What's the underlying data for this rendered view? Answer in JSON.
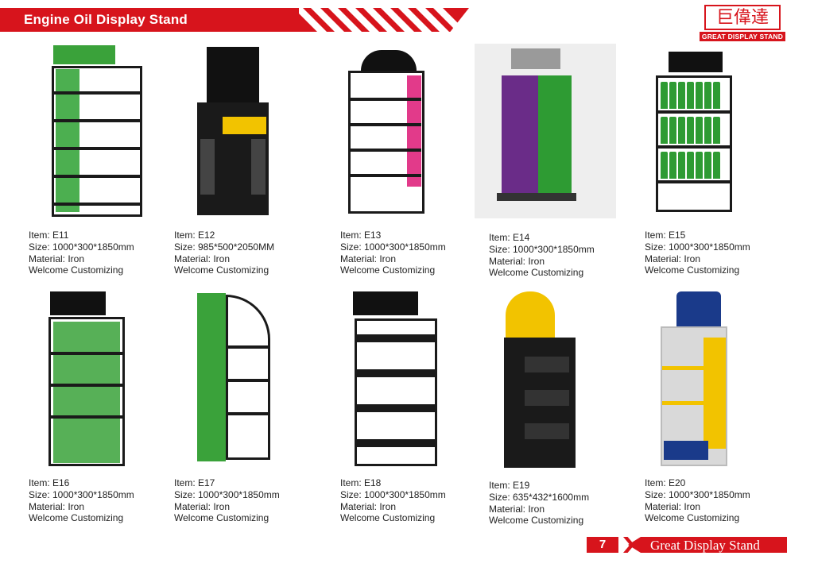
{
  "header": {
    "title": "Engine Oil Display Stand"
  },
  "logo": {
    "chinese": "巨偉達",
    "english": "GREAT DISPLAY STAND"
  },
  "products": [
    {
      "item": "Item: E11",
      "size": "Size: 1000*300*1850mm",
      "material": "Material: Iron",
      "note": "Welcome Customizing"
    },
    {
      "item": "Item: E12",
      "size": "Size: 985*500*2050MM",
      "material": "Material: Iron",
      "note": "Welcome Customizing"
    },
    {
      "item": "Item: E13",
      "size": "Size: 1000*300*1850mm",
      "material": "Material: Iron",
      "note": "Welcome Customizing"
    },
    {
      "item": "Item: E14",
      "size": "Size: 1000*300*1850mm",
      "material": "Material: Iron",
      "note": "Welcome Customizing"
    },
    {
      "item": "Item: E15",
      "size": "Size: 1000*300*1850mm",
      "material": "Material: Iron",
      "note": "Welcome Customizing"
    },
    {
      "item": "Item: E16",
      "size": "Size: 1000*300*1850mm",
      "material": "Material: Iron",
      "note": "Welcome Customizing"
    },
    {
      "item": "Item: E17",
      "size": "Size: 1000*300*1850mm",
      "material": "Material: Iron",
      "note": "Welcome Customizing"
    },
    {
      "item": "Item: E18",
      "size": "Size: 1000*300*1850mm",
      "material": "Material: Iron",
      "note": "Welcome Customizing"
    },
    {
      "item": "Item: E19",
      "size": "Size: 635*432*1600mm",
      "material": "Material: Iron",
      "note": "Welcome Customizing"
    },
    {
      "item": "Item: E20",
      "size": "Size: 1000*300*1850mm",
      "material": "Material: Iron",
      "note": "Welcome Customizing"
    }
  ],
  "footer": {
    "page_number": "7",
    "brand": "Great Display Stand"
  },
  "colors": {
    "brand_red": "#d7141c",
    "stand_black": "#1a1a1a",
    "oil_green": "#2e9b33"
  }
}
